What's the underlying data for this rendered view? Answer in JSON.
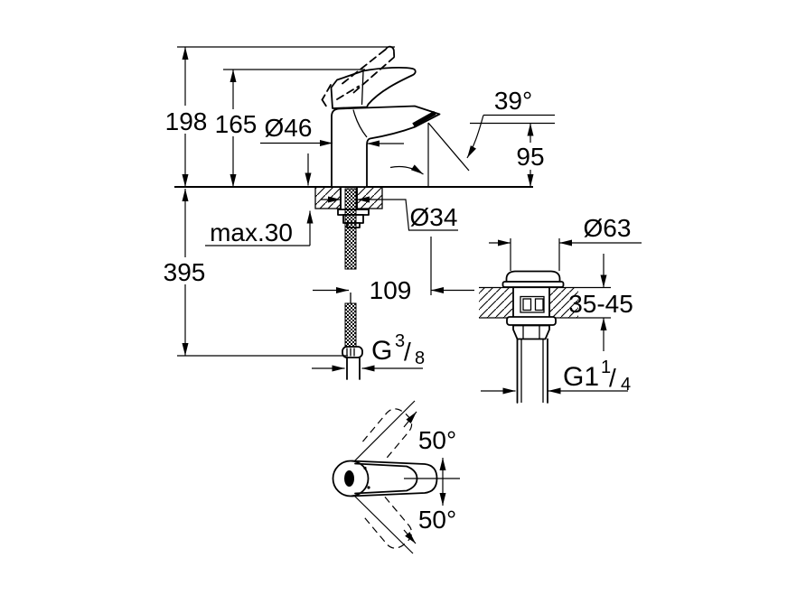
{
  "main_view": {
    "total_height": "198",
    "lever_height": "165",
    "body_diameter": "Ø46",
    "stream_angle": "39°",
    "outlet_height": "95",
    "max_mounting_thickness": "max.30",
    "hole_diameter": "Ø34",
    "hose_drop": "395",
    "projection": "109",
    "supply_thread": {
      "prefix": "G",
      "numerator": "3",
      "slash": "/",
      "denominator": "8"
    }
  },
  "waste_view": {
    "flange_diameter": "Ø63",
    "basin_thickness": "35-45",
    "waste_thread": {
      "prefix": "G1",
      "numerator": "1",
      "slash": "/",
      "denominator": "4"
    }
  },
  "top_view": {
    "handle_swing_up": "50°",
    "handle_swing_down": "50°"
  }
}
